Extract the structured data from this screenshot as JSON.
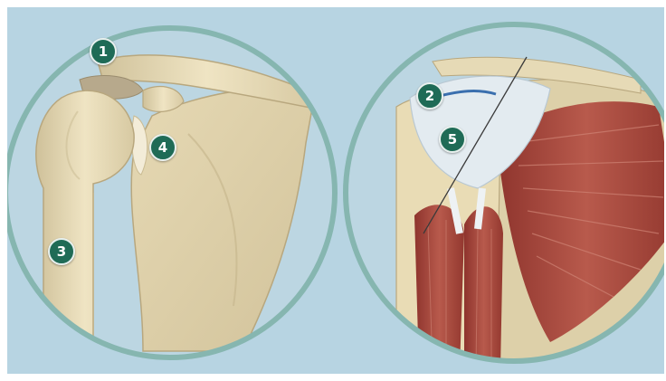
{
  "diagram": {
    "background_color": "#b7d4e2",
    "ring_color": "#86b6b0",
    "bone_color": "#e9dcb5",
    "muscle_color": "#a8483e",
    "tendon_color": "#dfe8ee",
    "badge_color": "#1f6b56",
    "left_panel": {
      "labels": [
        "1",
        "4",
        "3"
      ]
    },
    "right_panel": {
      "labels": [
        "2",
        "5"
      ]
    }
  }
}
